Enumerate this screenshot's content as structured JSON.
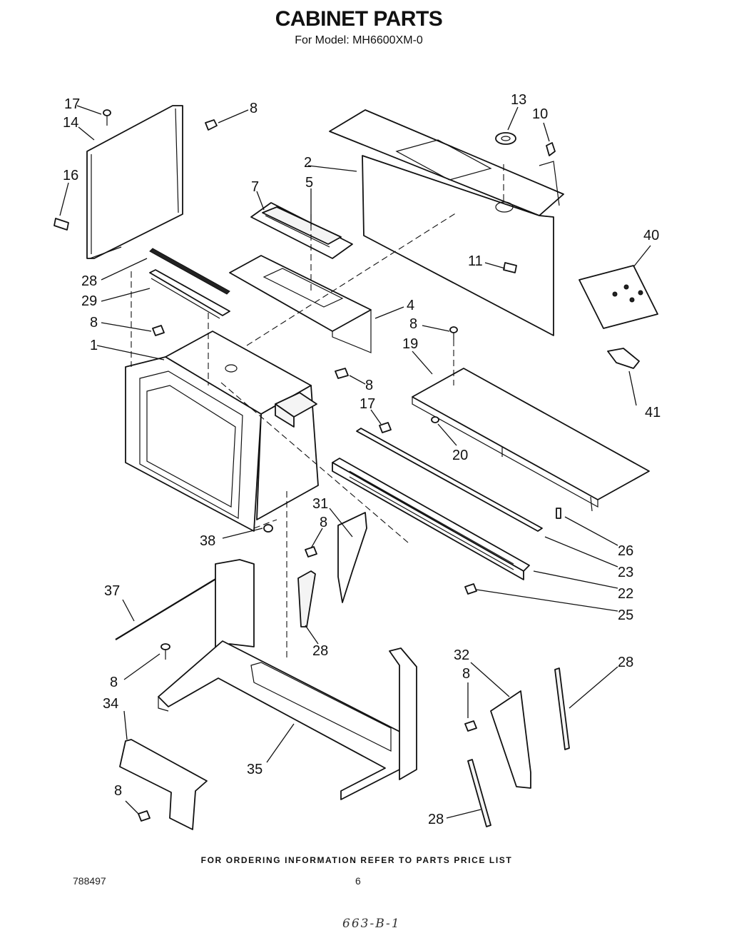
{
  "header": {
    "title": "CABINET PARTS",
    "model": "For Model: MH6600XM-0"
  },
  "labels": {
    "l1": "1",
    "l2": "2",
    "l4": "4",
    "l5": "5",
    "l7": "7",
    "l8": "8",
    "l10": "10",
    "l11": "11",
    "l13": "13",
    "l14": "14",
    "l16": "16",
    "l17": "17",
    "l19": "19",
    "l20": "20",
    "l22": "22",
    "l23": "23",
    "l25": "25",
    "l26": "26",
    "l28": "28",
    "l29": "29",
    "l31": "31",
    "l32": "32",
    "l34": "34",
    "l35": "35",
    "l37": "37",
    "l38": "38",
    "l40": "40",
    "l41": "41"
  },
  "footer": {
    "ordering_note": "FOR ORDERING INFORMATION REFER TO PARTS PRICE LIST",
    "document_number": "788497",
    "page_number": "6",
    "handwritten_note": "663-B-1"
  }
}
